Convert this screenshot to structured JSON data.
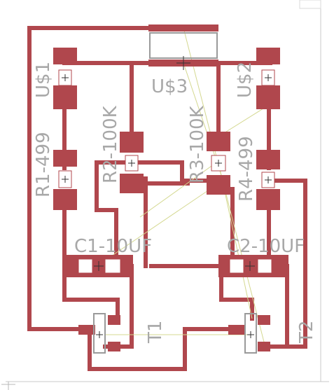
{
  "labels": {
    "us1": "U$1",
    "us2": "U$2",
    "us3": "U$3",
    "r1": "R1-499",
    "r2": "R2-100K",
    "r3": "R3-100K",
    "r4": "R4-499",
    "c1": "C1-10UF",
    "c2": "C2-10UF",
    "t1": "T1",
    "t2": "T2"
  },
  "colors": {
    "copper": "#b0474d",
    "silkscreen": "#9a9a9a",
    "label": "#a8a8a8",
    "airwire": "#d4d890",
    "frame": "#c8c8c8"
  }
}
